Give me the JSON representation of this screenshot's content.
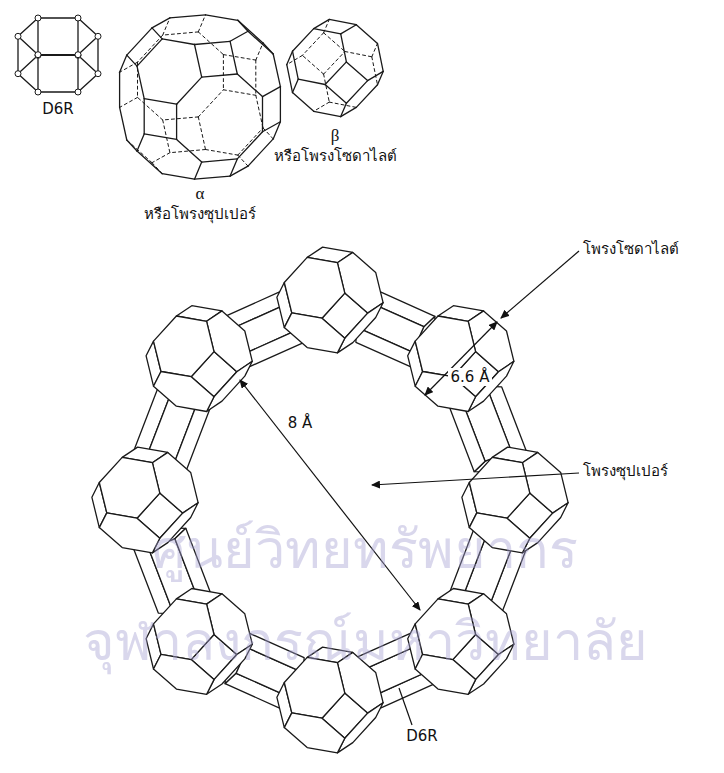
{
  "diagram": {
    "labels": [
      "D6R",
      "α",
      "หรือโพรงซุปเปอร์",
      "β",
      "หรือโพรงโซดาไลต์",
      "โพรงโซดาไลต์",
      "6.6 Å",
      "8 Å",
      "โพรงซุปเปอร์",
      "ศูนย์วิทยทรัพยากร",
      "จุฬาลงกรณ์มหาวิทยาลัย",
      "D6R"
    ]
  }
}
